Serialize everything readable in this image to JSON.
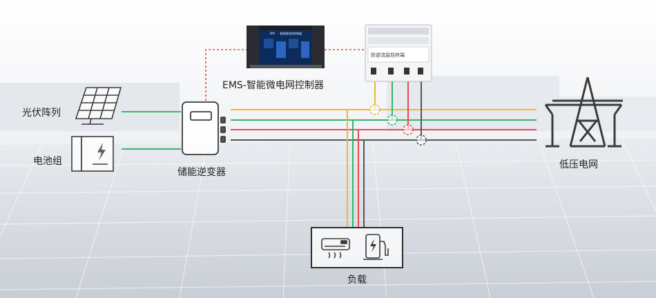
{
  "labels": {
    "pv_array": "光伏阵列",
    "battery": "电池组",
    "inverter": "储能逆变器",
    "ems": "EMS-智能微电网控制器",
    "grid": "低压电网",
    "load": "负载"
  },
  "devices": {
    "ems_screen_title": "EMS - 智能微电网控制器",
    "breaker_title": "防逆流监控终端"
  },
  "colors": {
    "yellow": "#f2b632",
    "green": "#35b567",
    "red": "#e84a4a",
    "dark": "#555555",
    "comm": "#e5483d",
    "icon": "#3a3a3a"
  }
}
